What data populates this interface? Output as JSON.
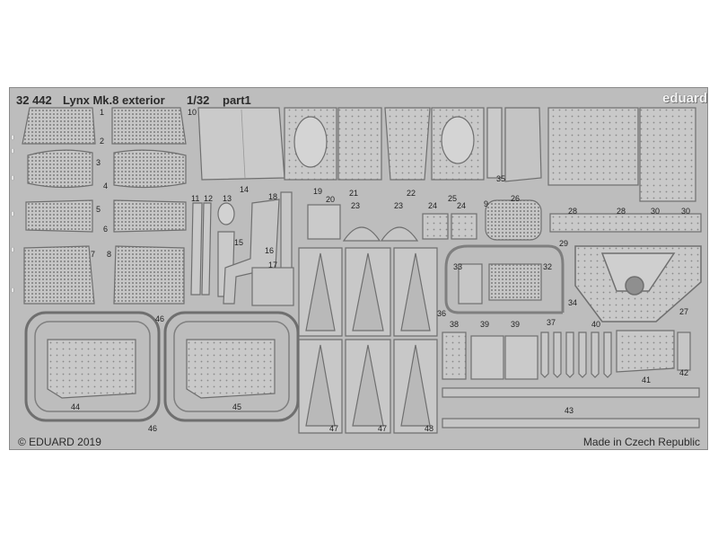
{
  "header": {
    "set_number": "32 442",
    "title": "Lynx Mk.8  exterior",
    "scale": "1/32",
    "part": "part1",
    "brand": "eduard"
  },
  "footer": {
    "copyright": "© EDUARD 2019",
    "origin": "Made in Czech Republic"
  },
  "part_numbers": [
    "1",
    "2",
    "3",
    "4",
    "5",
    "6",
    "7",
    "8",
    "9",
    "10",
    "11",
    "12",
    "13",
    "14",
    "15",
    "16",
    "17",
    "18",
    "19",
    "20",
    "21",
    "22",
    "23",
    "23",
    "24",
    "24",
    "25",
    "26",
    "27",
    "28",
    "28",
    "29",
    "30",
    "30",
    "32",
    "33",
    "34",
    "35",
    "36",
    "37",
    "38",
    "39",
    "39",
    "40",
    "41",
    "42",
    "43",
    "44",
    "45",
    "46",
    "46",
    "47",
    "47",
    "48"
  ],
  "colors": {
    "fret": "#bdbdbd",
    "part_fill": "#c9c9c9",
    "part_edge": "#7a7a7a",
    "mesh": "#8f8f8f",
    "text": "#2b2b2b"
  }
}
